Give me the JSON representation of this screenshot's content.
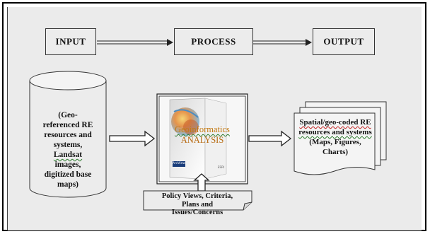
{
  "flow": {
    "input": "INPUT",
    "process": "PROCESS",
    "output": "OUTPUT"
  },
  "cylinder": {
    "lines": [
      "(Geo-",
      "referenced RE",
      "resources and",
      "systems,",
      "Landsat",
      "images,",
      "digitized base",
      "maps)"
    ]
  },
  "software_box": {
    "line1": "Geoinformatics",
    "line2": "ANALYSIS",
    "brand": "ArcView"
  },
  "policy": {
    "lines": [
      "Policy Views, Criteria,",
      "Plans and",
      "Issues/Concerns"
    ]
  },
  "outputs": {
    "lines": [
      "Spatial/geo-coded RE",
      "resources and systems",
      "(Maps, Figures,",
      "Charts)"
    ]
  },
  "colors": {
    "background": "#ebebeb",
    "frame": "#000000",
    "box_fill": "#ececec",
    "spell_check_underline": "#2a7a2a"
  }
}
